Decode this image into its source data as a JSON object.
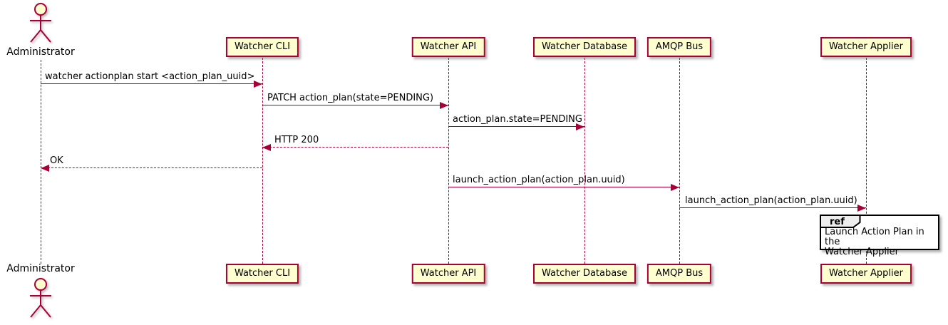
{
  "diagram_kind": "sequence-diagram",
  "colors": {
    "border": "#A80036",
    "participant_fill": "#FEFECE",
    "text": "#000000",
    "ref_border": "#000000",
    "ref_header_fill": "#EEEEEE",
    "background": "#FFFFFF"
  },
  "actor": {
    "label": "Administrator"
  },
  "participants": [
    {
      "label": "Watcher CLI"
    },
    {
      "label": "Watcher API"
    },
    {
      "label": "Watcher Database"
    },
    {
      "label": "AMQP Bus"
    },
    {
      "label": "Watcher Applier"
    }
  ],
  "messages": [
    {
      "label": "watcher actionplan start <action_plan_uuid>",
      "from": "Administrator",
      "to": "Watcher CLI",
      "type": "solid"
    },
    {
      "label": "PATCH action_plan(state=PENDING)",
      "from": "Watcher CLI",
      "to": "Watcher API",
      "type": "solid"
    },
    {
      "label": "action_plan.state=PENDING",
      "from": "Watcher API",
      "to": "Watcher Database",
      "type": "solid"
    },
    {
      "label": "HTTP 200",
      "from": "Watcher API",
      "to": "Watcher CLI",
      "type": "dashed"
    },
    {
      "label": "OK",
      "from": "Watcher CLI",
      "to": "Administrator",
      "type": "dashed"
    },
    {
      "label": "launch_action_plan(action_plan.uuid)",
      "from": "Watcher API",
      "to": "AMQP Bus",
      "type": "solid"
    },
    {
      "label": "launch_action_plan(action_plan.uuid)",
      "from": "AMQP Bus",
      "to": "Watcher Applier",
      "type": "solid"
    }
  ],
  "ref": {
    "keyword": "ref",
    "line1": "Launch Action Plan in the",
    "line2": "Watcher Applier"
  }
}
